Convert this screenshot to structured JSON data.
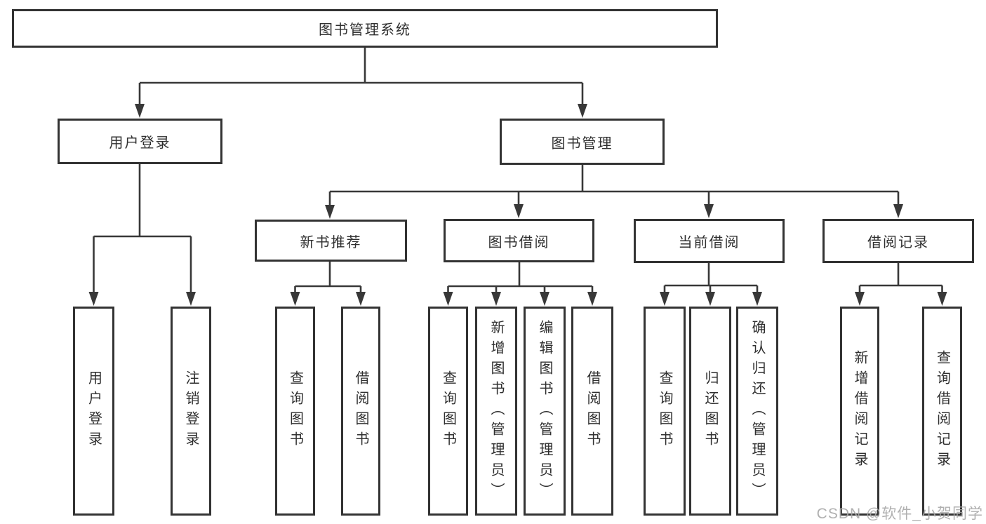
{
  "tree": {
    "root": {
      "label": "图书管理系统",
      "children": [
        {
          "label": "用户登录",
          "children": [
            {
              "label": "用户登录"
            },
            {
              "label": "注销登录"
            }
          ]
        },
        {
          "label": "图书管理",
          "children": [
            {
              "label": "新书推荐",
              "children": [
                {
                  "label": "查询图书"
                },
                {
                  "label": "借阅图书"
                }
              ]
            },
            {
              "label": "图书借阅",
              "children": [
                {
                  "label": "查询图书"
                },
                {
                  "label": "新增图书（管理员）"
                },
                {
                  "label": "编辑图书（管理员）"
                },
                {
                  "label": "借阅图书"
                }
              ]
            },
            {
              "label": "当前借阅",
              "children": [
                {
                  "label": "查询图书"
                },
                {
                  "label": "归还图书"
                },
                {
                  "label": "确认归还（管理员）"
                }
              ]
            },
            {
              "label": "借阅记录",
              "children": [
                {
                  "label": "新增借阅记录"
                },
                {
                  "label": "查询借阅记录"
                }
              ]
            }
          ]
        }
      ]
    }
  },
  "watermark": {
    "text": "CSDN @软件_小贺同学"
  },
  "colors": {
    "line": "#383838",
    "box_border": "#333333",
    "text": "#2f2f2f",
    "watermark": "#a8a8a8",
    "background": "#ffffff"
  }
}
